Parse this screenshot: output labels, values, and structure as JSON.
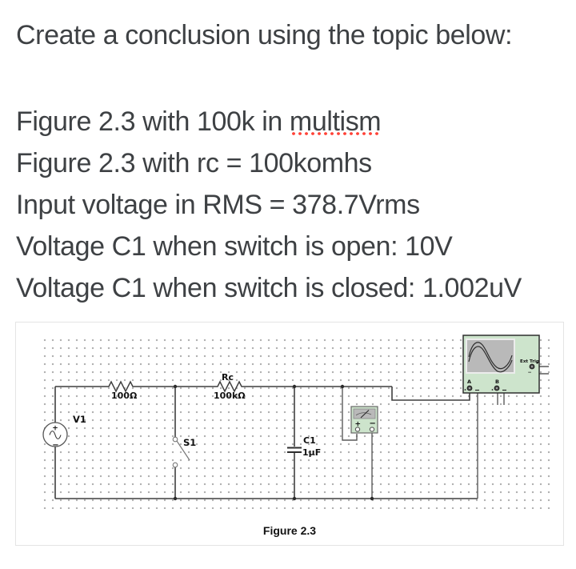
{
  "question": {
    "prompt": "Create a conclusion using the topic below:",
    "line1_prefix": "Figure 2.3 with 100k in ",
    "line1_misspelled": "multism",
    "line2": "Figure 2.3 with rc = 100komhs",
    "line3": "Input voltage in RMS = 378.7Vrms",
    "line4": "Voltage C1 when switch is open: 10V",
    "line5": "Voltage C1 when switch is closed: 1.002uV",
    "text_color": "#3e4144",
    "spellcheck_dot_color": "#ff4136"
  },
  "figure": {
    "caption": "Figure 2.3",
    "source": {
      "label": "V1",
      "plus": "+",
      "minus": "−"
    },
    "resistor1": {
      "value": "100Ω"
    },
    "resistor2": {
      "label": "Rc",
      "value": "100kΩ"
    },
    "switch": {
      "label": "S1"
    },
    "capacitor": {
      "label": "C1",
      "value": "1μF"
    },
    "multimeter": {
      "plus": "+",
      "minus": "−"
    },
    "oscilloscope": {
      "ext_trig": "Ext Trig",
      "channel_a": "A",
      "channel_b": "B",
      "plus": "+",
      "minus": "−"
    },
    "colors": {
      "instrument_green": "#cde4cc",
      "screen_gray": "#b9b9b9",
      "wire": "#3f3f3f",
      "grid_dot": "#ababab"
    }
  }
}
